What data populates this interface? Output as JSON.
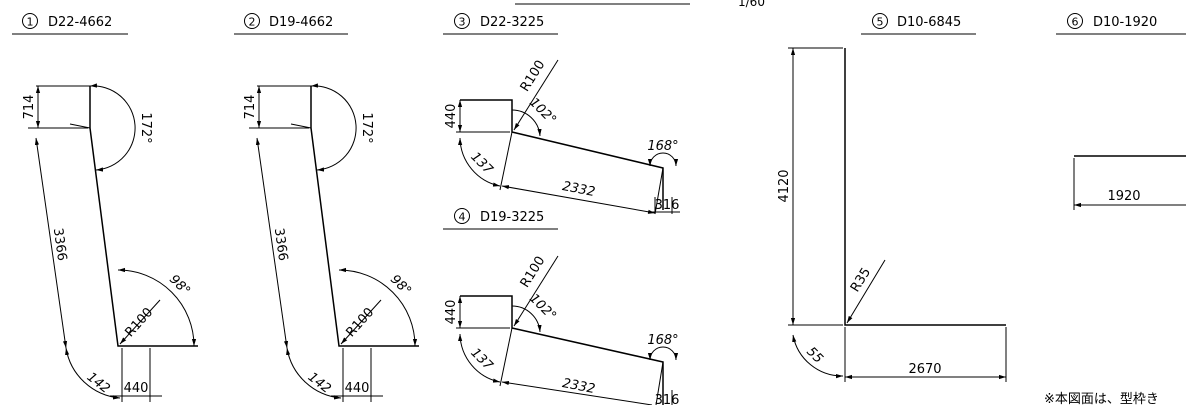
{
  "header": {
    "scale": "1/60",
    "fragment": "",
    "note": "※本図面は、型枠き"
  },
  "bars": [
    {
      "no": "①",
      "label": "D22-4662",
      "dims": {
        "top": "714",
        "angle_top": "172°",
        "length": "3366",
        "angle_bottom": "98°",
        "radius": "R100",
        "arc": "142",
        "base": "440"
      }
    },
    {
      "no": "②",
      "label": "D19-4662",
      "dims": {
        "top": "714",
        "angle_top": "172°",
        "length": "3366",
        "angle_bottom": "98°",
        "radius": "R100",
        "arc": "142",
        "base": "440"
      }
    },
    {
      "no": "③",
      "label": "D22-3225",
      "dims": {
        "height": "440",
        "radius": "R100",
        "angle_bend": "102°",
        "arc": "137",
        "length": "2332",
        "angle_end": "168°",
        "end": "316"
      }
    },
    {
      "no": "④",
      "label": "D19-3225",
      "dims": {
        "height": "440",
        "radius": "R100",
        "angle_bend": "102°",
        "arc": "137",
        "length": "2332",
        "angle_end": "168°",
        "end": "316"
      }
    },
    {
      "no": "⑤",
      "label": "D10-6845",
      "dims": {
        "height": "4120",
        "radius": "R35",
        "arc": "55",
        "length": "2670"
      }
    },
    {
      "no": "⑥",
      "label": "D10-1920",
      "dims": {
        "length": "1920"
      }
    }
  ]
}
